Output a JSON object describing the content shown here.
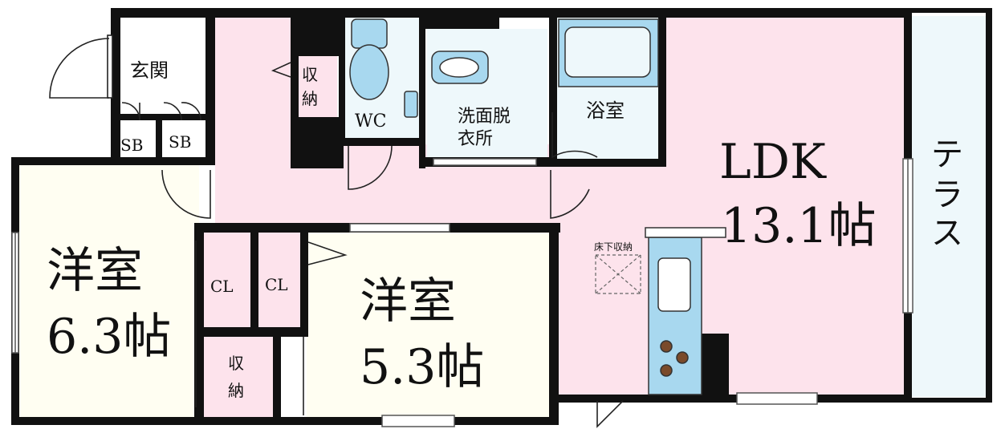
{
  "rooms": {
    "entrance": "玄関",
    "sb1": "SB",
    "sb2": "SB",
    "storage_hall": [
      "収",
      "納"
    ],
    "wc": "WC",
    "washroom": [
      "洗面脱",
      "衣所"
    ],
    "bath": "浴室",
    "ldk": [
      "LDK",
      "13.1帖"
    ],
    "terrace": [
      "テ",
      "ラ",
      "ス"
    ],
    "room1": [
      "洋室",
      "6.3帖"
    ],
    "room2": [
      "洋室",
      "5.3帖"
    ],
    "cl1": "CL",
    "cl2": "CL",
    "storage_room": [
      "収",
      "納"
    ],
    "underfloor": "床下収納"
  },
  "colors": {
    "wall": "#111111",
    "pink": "#fde3ec",
    "cream": "#fffef2",
    "wet": "#eef8fb",
    "fixture": "#a8d8ef",
    "kitchen": "#a8d8ef",
    "terrace": "#eef8fb",
    "gray": "#eeeeee"
  }
}
